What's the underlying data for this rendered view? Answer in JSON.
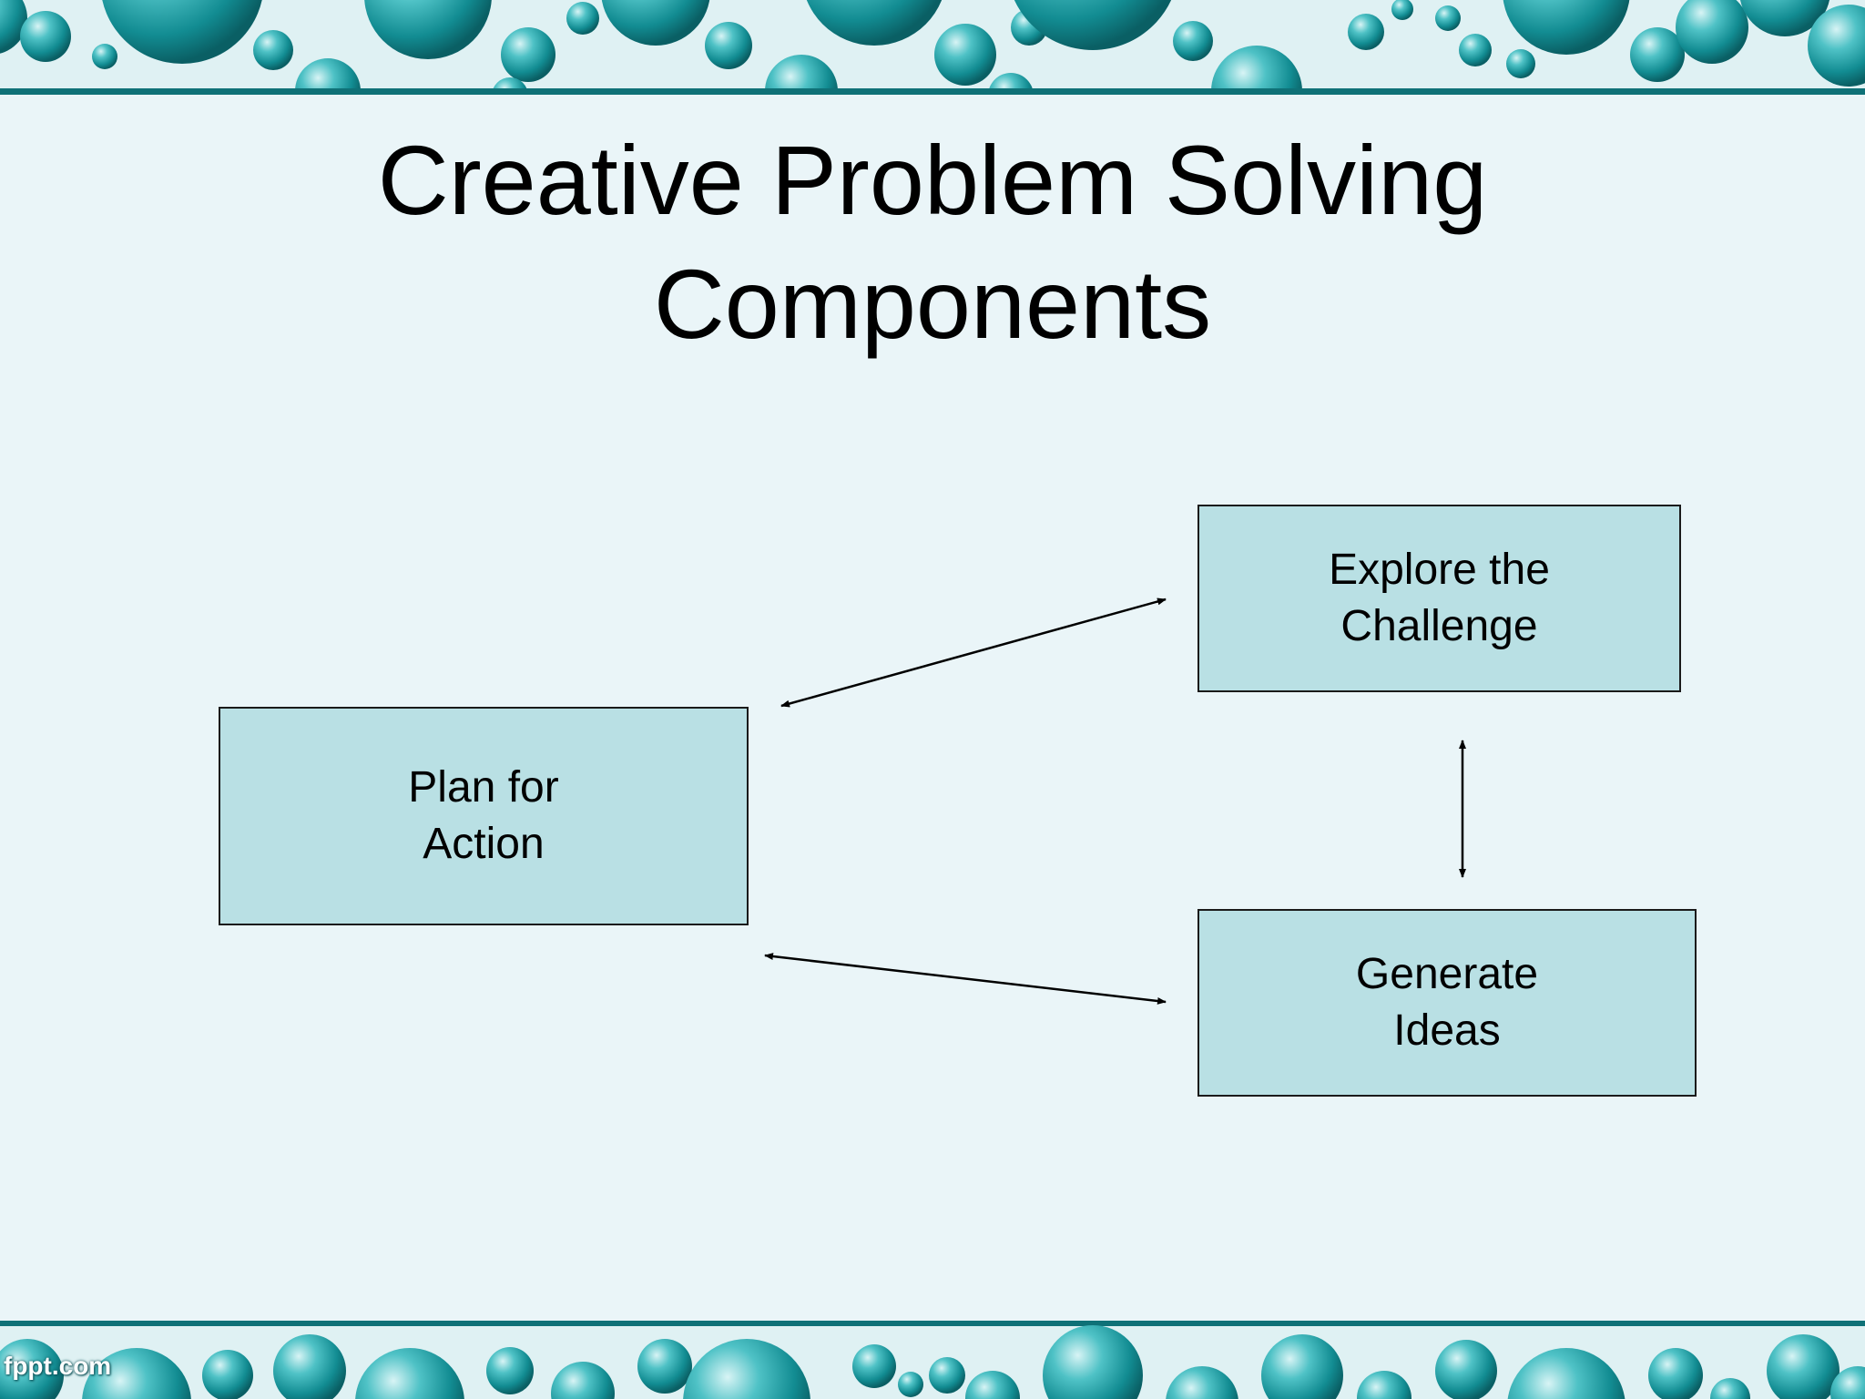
{
  "slide": {
    "title_lines": [
      "Creative Problem Solving",
      "Components"
    ],
    "nodes": {
      "plan": [
        "Plan for",
        "Action"
      ],
      "explore": [
        "Explore the",
        "Challenge"
      ],
      "generate": [
        "Generate",
        "Ideas"
      ]
    },
    "edges": [
      {
        "from": "plan",
        "to": "explore",
        "direction": "both"
      },
      {
        "from": "explore",
        "to": "generate",
        "direction": "both"
      },
      {
        "from": "plan",
        "to": "generate",
        "direction": "both"
      }
    ],
    "watermark": "fppt.com"
  },
  "colors": {
    "background": "#eaf5f8",
    "box_fill": "#b9e0e4",
    "bubble_teal": "#1a9aa0",
    "band_line": "#0f7177"
  }
}
